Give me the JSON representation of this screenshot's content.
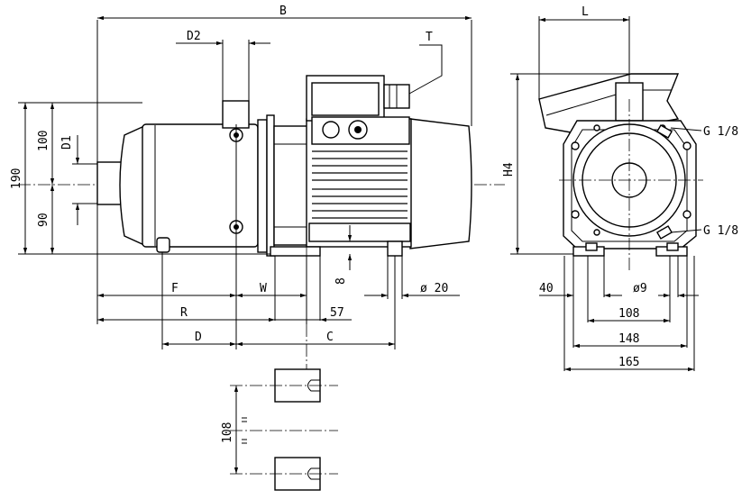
{
  "labels": {
    "B": "B",
    "D2": "D2",
    "T": "T",
    "L": "L",
    "H4": "H4",
    "h190": "190",
    "h100": "100",
    "h90": "90",
    "D1": "D1",
    "G_top": "G 1/8",
    "G_bot": "G 1/8",
    "F": "F",
    "W": "W",
    "R": "R",
    "D": "D",
    "C": "C",
    "n57": "57",
    "n8": "8",
    "dia20": "ø 20",
    "n40": "40",
    "dia9": "ø9",
    "n108": "108",
    "n148": "148",
    "n165": "165",
    "n108v": "108"
  }
}
